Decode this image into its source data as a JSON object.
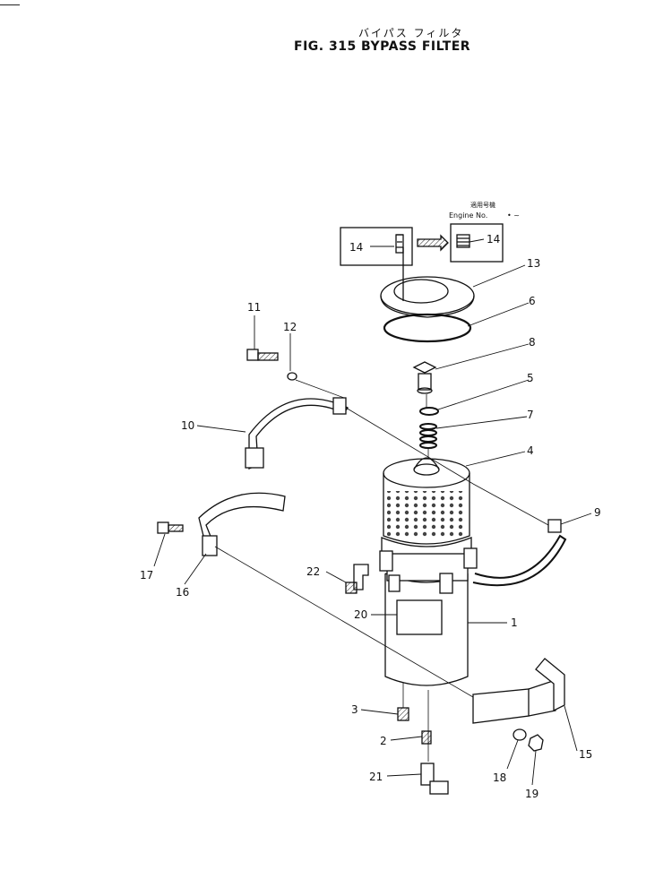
{
  "header": {
    "title_jp": "バイパス フィルタ",
    "title_en": "FIG. 315  BYPASS  FILTER"
  },
  "serial_note": {
    "jp_label": "適用号機",
    "engine_label": "Engine No.",
    "range": "• ~"
  },
  "callouts": [
    "1",
    "2",
    "3",
    "4",
    "5",
    "6",
    "7",
    "8",
    "9",
    "10",
    "11",
    "12",
    "13",
    "14",
    "14",
    "15",
    "16",
    "17",
    "18",
    "19",
    "20",
    "21",
    "22"
  ]
}
